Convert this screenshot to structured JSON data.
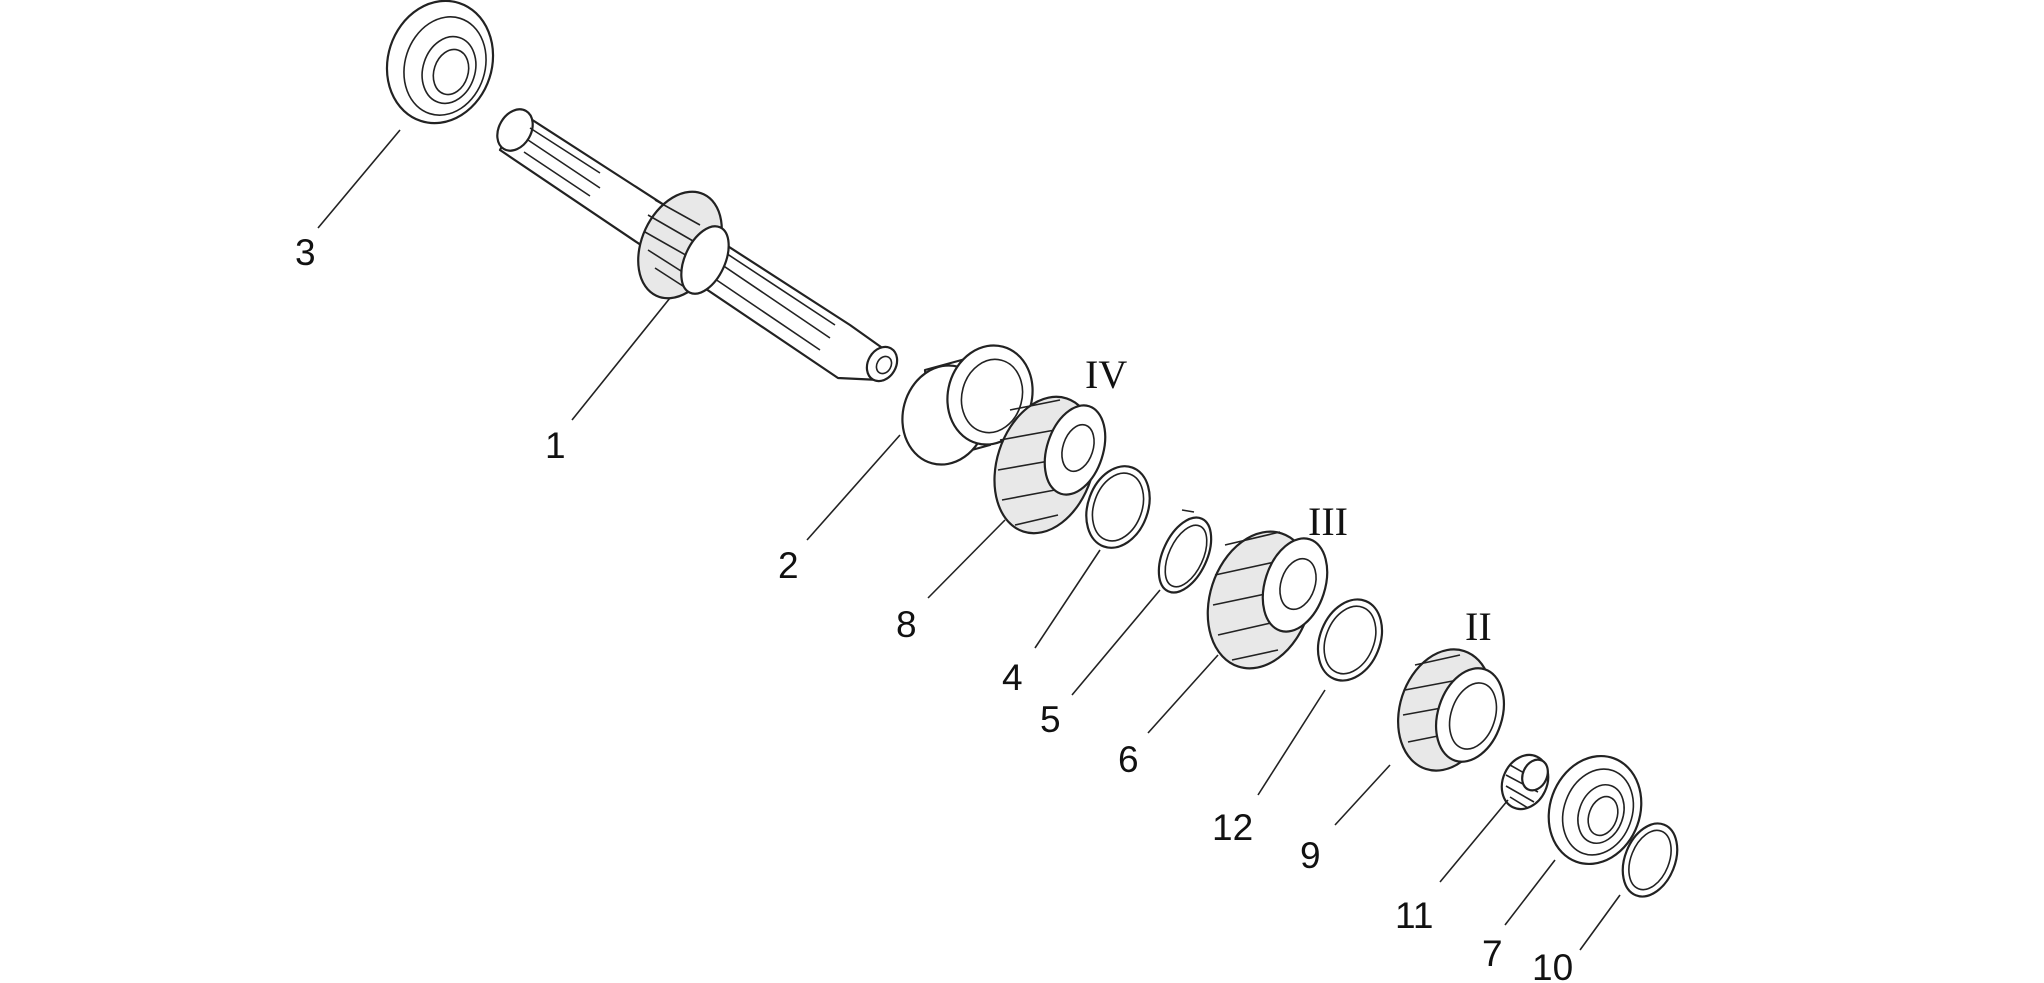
{
  "diagram": {
    "callouts": [
      "1",
      "2",
      "3",
      "4",
      "5",
      "6",
      "7",
      "8",
      "9",
      "10",
      "11",
      "12"
    ],
    "gear_labels": [
      "IV",
      "III",
      "II"
    ]
  }
}
